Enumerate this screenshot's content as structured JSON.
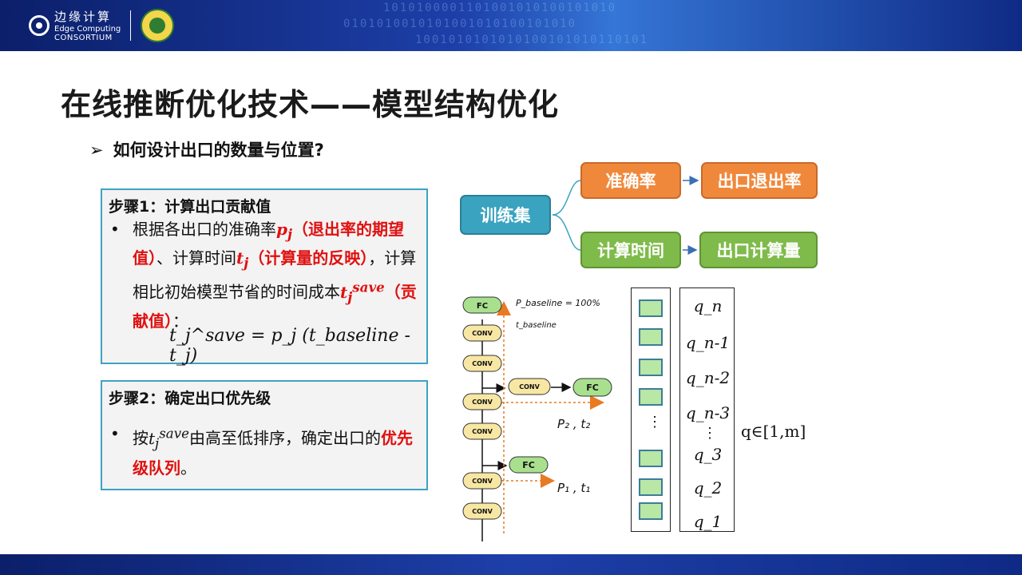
{
  "header": {
    "logo_cn": "边缘计算",
    "logo_en1": "Edge Computing",
    "logo_en2": "CONSORTIUM",
    "binary1": "1010100001101001010100101010",
    "binary2": "0101010010101001010100101010",
    "binary3": "1001010101010100101010110101"
  },
  "title": "在线推断优化技术——模型结构优化",
  "question": {
    "arrow": "➢",
    "text": "如何设计出口的数量与位置?"
  },
  "step1": {
    "title": "步骤1：计算出口贡献值",
    "bullet": "•",
    "t1": "根据各出口的准确率",
    "pj": "p",
    "pj_sub": "j",
    "r1": "（退出率的期望值）",
    "t2": "、计算时间",
    "tj": "t",
    "tj_sub": "j",
    "r2": "（计算量的反映）",
    "t3": "，计算相比初始模型节省的时间成本",
    "ts": "t",
    "ts_sub": "j",
    "ts_sup": "save",
    "r3": "（贡献值）",
    "t4": "：",
    "formula": "t_j^save = p_j (t_baseline - t_j)"
  },
  "step2": {
    "title": "步骤2：确定出口优先级",
    "bullet": "•",
    "t1": "按",
    "ts": "t",
    "ts_sub": "j",
    "ts_sup": "save",
    "t2": "由高至低排序，确定出口的",
    "r1": "优先级队列",
    "t3": "。"
  },
  "flow": {
    "train": "训练集",
    "accuracy": "准确率",
    "exit_rate": "出口退出率",
    "compute_time": "计算时间",
    "exit_compute": "出口计算量"
  },
  "network": {
    "fc": "FC",
    "conv": "CONV",
    "p_baseline": "P_baseline = 100%",
    "t_baseline": "t_baseline",
    "p2": "P₂ , t₂",
    "p1": "P₁ , t₁"
  },
  "queue": {
    "labels": [
      "q_n",
      "q_n-1",
      "q_n-2",
      "q_n-3",
      "q_3",
      "q_2",
      "q_1"
    ],
    "range": "q∈[1,m]",
    "vdots": "⋮"
  }
}
